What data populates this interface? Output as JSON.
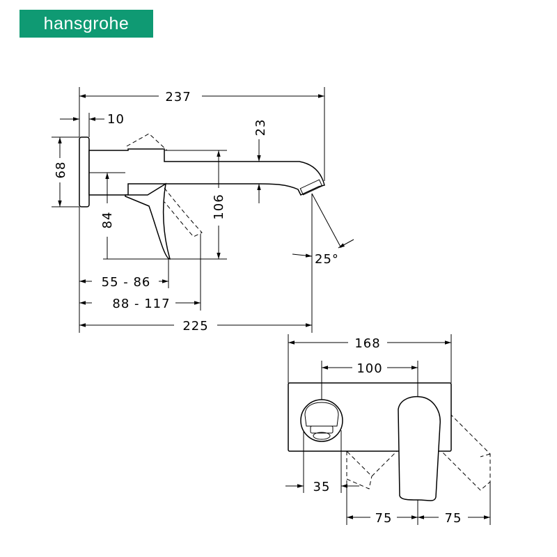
{
  "brand": {
    "name": "hansgrohe",
    "color": "#0f9a73"
  },
  "dimensions": {
    "overall_length": "237",
    "plate_depth": "10",
    "plate_height": "68",
    "spout_height": "23",
    "lever_height": "84",
    "body_height": "106",
    "spout_angle": "25°",
    "lever_reach": "55 - 86",
    "lever_reach_open": "88 - 117",
    "spout_projection": "225",
    "plate_width": "168",
    "center_distance": "100",
    "outlet_offset": "35",
    "lever_swing_left": "75",
    "lever_swing_right": "75"
  }
}
